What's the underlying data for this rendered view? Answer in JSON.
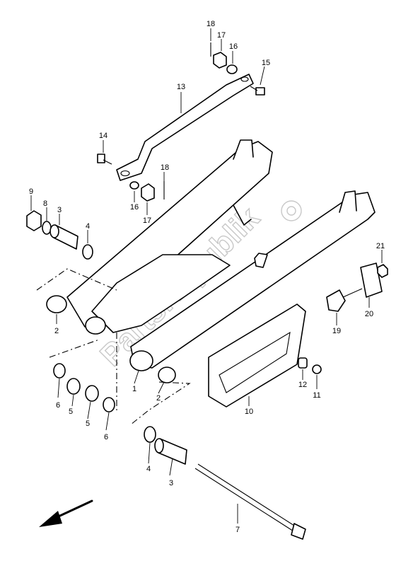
{
  "watermark": "PartsRepublik",
  "callouts": [
    "1",
    "2",
    "2",
    "3",
    "3",
    "4",
    "4",
    "5",
    "5",
    "6",
    "6",
    "7",
    "8",
    "9",
    "10",
    "11",
    "12",
    "13",
    "14",
    "15",
    "16",
    "16",
    "17",
    "17",
    "18",
    "18",
    "19",
    "20",
    "21"
  ],
  "colors": {
    "line": "#000000",
    "background": "#ffffff",
    "watermark": "#c8c8c8"
  },
  "icons": {
    "direction_arrow": "front-direction-arrow-icon",
    "watermark_gear": "gear-icon"
  }
}
